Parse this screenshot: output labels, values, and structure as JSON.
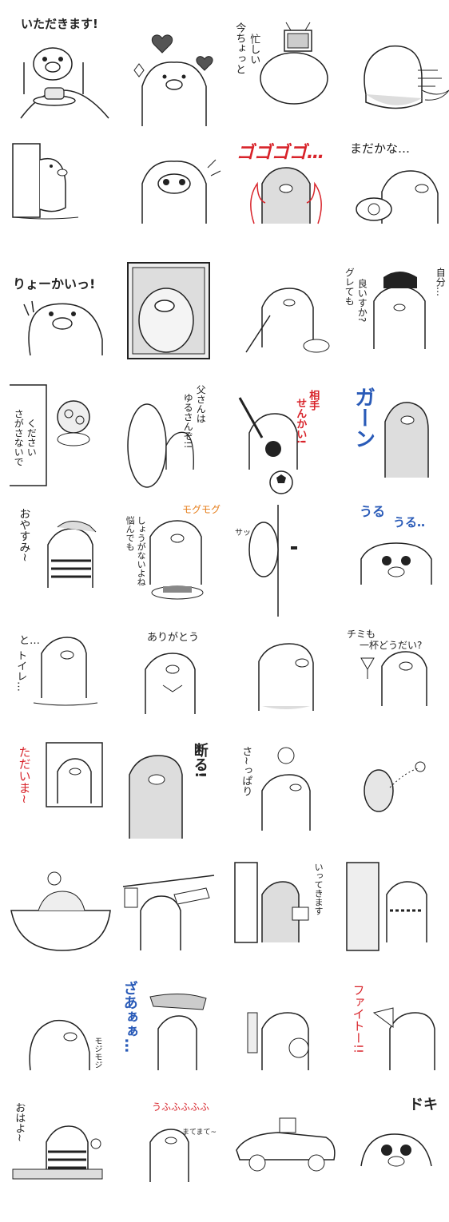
{
  "stickers": [
    {
      "caption": "いただきます!",
      "icons": [
        "pig-icon",
        "pancake-icon"
      ]
    },
    {
      "caption": "",
      "icons": [
        "pig-icon",
        "heart-icon"
      ]
    },
    {
      "caption": "今ちょっと忙しい",
      "icons": [
        "pig-icon",
        "tv-icon"
      ]
    },
    {
      "caption": "",
      "icons": [
        "pig-icon"
      ]
    },
    {
      "caption": "",
      "icons": [
        "pig-icon",
        "door-icon"
      ]
    },
    {
      "caption": "",
      "icons": [
        "pig-icon"
      ]
    },
    {
      "caption": "ゴゴゴゴ…",
      "icons": [
        "pig-icon",
        "flame-icon"
      ]
    },
    {
      "caption": "まだかな…",
      "icons": [
        "pig-icon",
        "phone-icon"
      ]
    },
    {
      "caption": "りょーかいっ!",
      "icons": [
        "pig-icon"
      ]
    },
    {
      "caption": "",
      "icons": [
        "pig-icon",
        "window-icon"
      ]
    },
    {
      "caption": "",
      "icons": [
        "pig-icon",
        "vacuum-icon"
      ]
    },
    {
      "caption": "グレても良いすか? 自分…",
      "icons": [
        "pig-icon"
      ]
    },
    {
      "caption": "さがさないでください",
      "icons": [
        "pig-icon"
      ]
    },
    {
      "caption": "父さんはゆるさんぞ!!",
      "icons": [
        "pig-icon"
      ]
    },
    {
      "caption": "相手せんかい!",
      "icons": [
        "pig-icon",
        "soccer-ball-icon"
      ]
    },
    {
      "caption": "ガーン",
      "icons": [
        "pig-icon"
      ]
    },
    {
      "caption": "おやすみ~",
      "icons": [
        "pig-icon"
      ]
    },
    {
      "caption": "悩んでもしょうがないよね モグモグ",
      "icons": [
        "pig-icon"
      ]
    },
    {
      "caption": "サッ",
      "icons": [
        "pig-icon",
        "door-icon"
      ]
    },
    {
      "caption": "うるうる‥",
      "icons": [
        "pig-icon"
      ]
    },
    {
      "caption": "と…トイレ…",
      "icons": [
        "pig-icon"
      ]
    },
    {
      "caption": "ありがとう",
      "icons": [
        "pig-icon"
      ]
    },
    {
      "caption": "",
      "icons": [
        "pig-icon"
      ]
    },
    {
      "caption": "チミも一杯どうだい?",
      "icons": [
        "pig-icon",
        "glass-icon"
      ]
    },
    {
      "caption": "ただいま~",
      "icons": [
        "pig-icon",
        "door-icon"
      ]
    },
    {
      "caption": "断る!",
      "icons": [
        "pig-icon"
      ]
    },
    {
      "caption": "さ~っぱり",
      "icons": [
        "pig-icon"
      ]
    },
    {
      "caption": "",
      "icons": [
        "pig-icon"
      ]
    },
    {
      "caption": "",
      "icons": [
        "pig-icon",
        "bathtub-icon"
      ]
    },
    {
      "caption": "",
      "icons": [
        "pig-icon",
        "laundry-icon"
      ]
    },
    {
      "caption": "いってきます",
      "icons": [
        "pig-icon",
        "door-icon"
      ]
    },
    {
      "caption": "",
      "icons": [
        "pig-icon",
        "window-icon"
      ]
    },
    {
      "caption": "モジモジ",
      "icons": [
        "pig-icon"
      ]
    },
    {
      "caption": "ざあぁぁ…",
      "icons": [
        "pig-icon"
      ]
    },
    {
      "caption": "",
      "icons": [
        "pig-icon"
      ]
    },
    {
      "caption": "ファイトー!!",
      "icons": [
        "pig-icon",
        "megaphone-icon"
      ]
    },
    {
      "caption": "おはよ~",
      "icons": [
        "pig-icon",
        "clock-icon"
      ]
    },
    {
      "caption": "うふふふふふ まてまて~",
      "icons": [
        "pig-icon"
      ]
    },
    {
      "caption": "",
      "icons": [
        "pig-icon",
        "car-icon"
      ]
    },
    {
      "caption": "ドキ",
      "icons": [
        "pig-icon"
      ]
    }
  ],
  "text": {
    "s1": "いただきます!",
    "s3a": "今ちょっと",
    "s3b": "忙しい",
    "s7": "ゴゴゴゴ…",
    "s8": "まだかな…",
    "s9": "りょーかいっ!",
    "s12a": "グレても",
    "s12b": "良いすか?",
    "s12c": "自分…",
    "s13a": "さがさないで",
    "s13b": "ください",
    "s14a": "父さんは",
    "s14b": "ゆるさんぞ!!",
    "s15a": "相手",
    "s15b": "せんかい!",
    "s16": "ガーン",
    "s17": "おやすみ~",
    "s18a": "悩んでも",
    "s18b": "しょうがないよね",
    "s18c": "モグモグ",
    "s19": "サッ",
    "s20a": "うる",
    "s20b": "うる‥",
    "s21a": "と…",
    "s21b": "トイレ…",
    "s22": "ありがとう",
    "s24a": "チミも",
    "s24b": "一杯どうだい?",
    "s25": "ただいま~",
    "s26": "断る!",
    "s27": "さ~っぱり",
    "s31": "いってきます",
    "s33": "モジモジ",
    "s34": "ざあぁぁ…",
    "s36": "ファイトー!!",
    "s37": "おはよ~",
    "s38a": "うふふふふふ",
    "s38b": "まてまて~",
    "s40": "ドキ"
  },
  "colors": {
    "ink": "#222222",
    "red": "#d8232a",
    "blue": "#2a5bb8",
    "orange": "#e57c18",
    "pig_fill": "#ffffff",
    "shade": "#d9d9d9"
  }
}
